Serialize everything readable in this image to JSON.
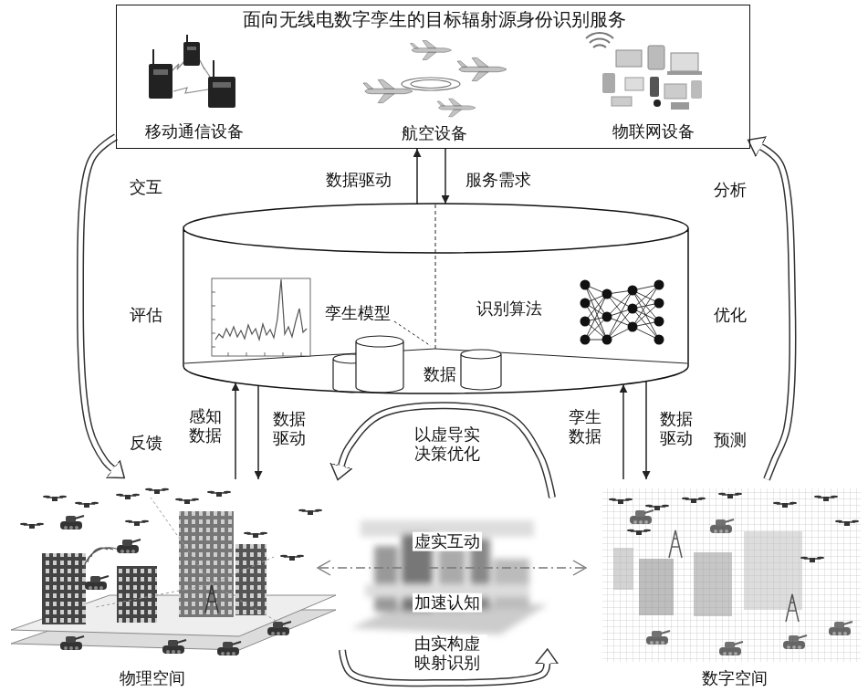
{
  "diagram": {
    "nodes": [
      {
        "text": [
          "面向无线电数字孪生的目标辐射源身份识别服务"
        ]
      },
      {
        "text": [
          "移动通信设备"
        ],
        "in": 0
      },
      {
        "text": [
          "航空设备"
        ],
        "in": 0
      },
      {
        "text": [
          "物联网设备"
        ],
        "in": 0
      },
      {
        "text": [
          "孪生模型",
          "识别算法",
          "数据"
        ]
      },
      {
        "text": [
          "物理空间"
        ]
      },
      {
        "text": [
          "数字空间"
        ]
      }
    ],
    "edges": [
      {
        "from": 4,
        "to": 0,
        "arrow": "to",
        "label": "数据驱动"
      },
      {
        "from": 0,
        "to": 4,
        "arrow": "to",
        "label": "服务需求"
      },
      {
        "from": 5,
        "to": 4,
        "arrow": "to",
        "label": "感知数据"
      },
      {
        "from": 4,
        "to": 5,
        "arrow": "to",
        "label": "数据驱动"
      },
      {
        "from": 6,
        "to": 4,
        "arrow": "to",
        "label": "孪生数据"
      },
      {
        "from": 4,
        "to": 6,
        "arrow": "to",
        "label": "数据驱动"
      },
      {
        "from": 0,
        "to": 5,
        "arrow": "to"
      },
      {
        "from": 6,
        "to": 0,
        "arrow": "to"
      },
      {
        "from": 6,
        "to": 5,
        "arrow": "to",
        "label": "以虚导实 决策优化"
      },
      {
        "from": 5,
        "to": 6,
        "arrow": "to",
        "label": "由实构虚 映射识别"
      }
    ],
    "labels": [
      "交互",
      "分析",
      "评估",
      "优化",
      "反馈",
      "预测",
      "虚实互动",
      "加速认知"
    ]
  }
}
